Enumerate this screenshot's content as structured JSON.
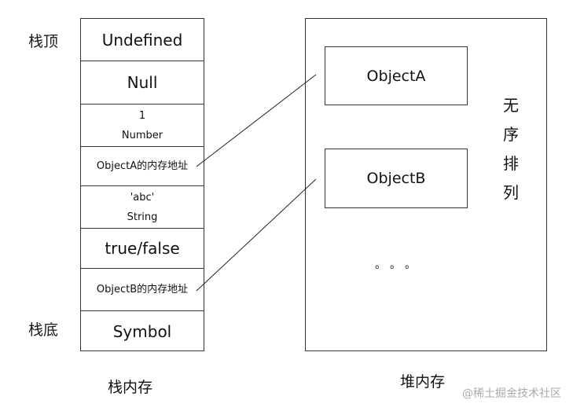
{
  "stack": {
    "top_label": "栈顶",
    "bottom_label": "栈底",
    "caption": "栈内存",
    "cells": [
      {
        "lines": [
          "Undefined"
        ],
        "size": "big"
      },
      {
        "lines": [
          "Null"
        ],
        "size": "big"
      },
      {
        "lines": [
          "1",
          "Number"
        ],
        "size": "small"
      },
      {
        "lines": [
          "ObjectA的内存地址"
        ],
        "size": "small"
      },
      {
        "lines": [
          "'abc'",
          "String"
        ],
        "size": "small"
      },
      {
        "lines": [
          "true/false"
        ],
        "size": "big"
      },
      {
        "lines": [
          "ObjectB的内存地址"
        ],
        "size": "small"
      },
      {
        "lines": [
          "Symbol"
        ],
        "size": "big"
      }
    ]
  },
  "heap": {
    "caption": "堆内存",
    "objects": [
      "ObjectA",
      "ObjectB"
    ],
    "unordered_label": [
      "无",
      "序",
      "排",
      "列"
    ],
    "ellipsis": "。。。"
  },
  "watermark": "@稀土掘金技术社区"
}
